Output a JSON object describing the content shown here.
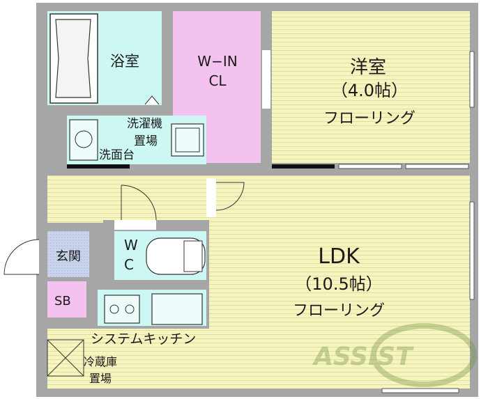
{
  "rooms": {
    "bath": "浴室",
    "wic_line1": "W−IN",
    "wic_line2": "CL",
    "western_name": "洋室",
    "western_size": "（4.0帖）",
    "western_floor": "フローリング",
    "washer_line1": "洗濯機",
    "washer_line2": "置場",
    "washbasin": "洗面台",
    "wc_line1": "W",
    "wc_line2": "C",
    "entrance": "玄関",
    "sb": "SB",
    "ldk_name": "LDK",
    "ldk_size": "（10.5帖）",
    "ldk_floor": "フローリング",
    "kitchen": "システムキッチン",
    "fridge_line1": "冷蔵庫",
    "fridge_line2": "置場"
  },
  "watermark": "ASSIST",
  "colors": {
    "wall": "#a6a6a6",
    "bath": "#cdf7f3",
    "closet": "#f4c2ef",
    "floor": "#f6f4bf",
    "entrance": "#c9d3ec",
    "sb": "#f4c2ef",
    "window": "#111111"
  }
}
